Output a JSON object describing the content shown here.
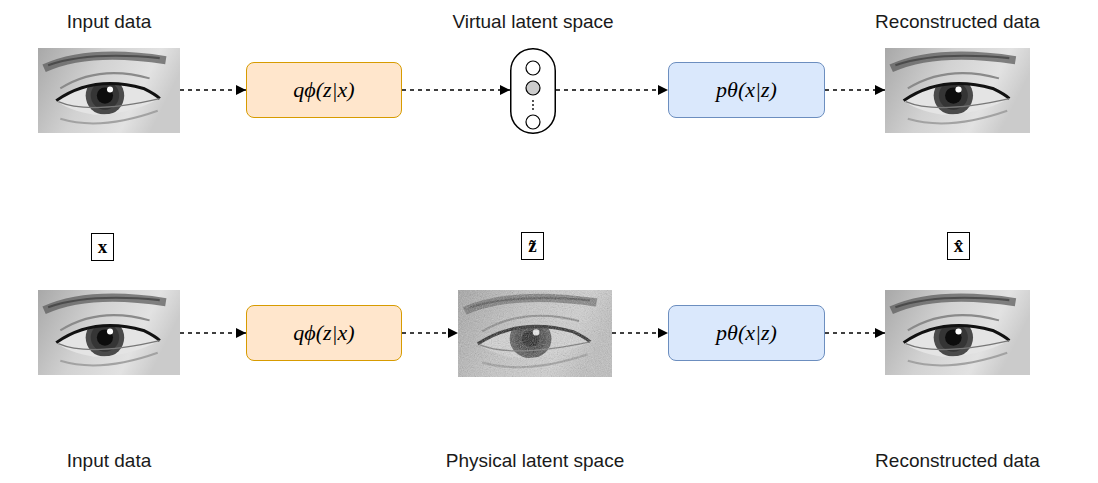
{
  "diagram": {
    "nodes": [
      {
        "text": [
          "Input data"
        ]
      },
      {
        "text": [
          "qϕ(z|x)"
        ]
      },
      {
        "text": [
          "Virtual latent space"
        ]
      },
      {
        "text": [
          "pθ(x|z)"
        ]
      },
      {
        "text": [
          "Reconstructed data"
        ]
      },
      {
        "text": [
          "x"
        ]
      },
      {
        "text": [
          "z̃"
        ]
      },
      {
        "text": [
          "x̂"
        ]
      },
      {
        "text": [
          "Input data"
        ]
      },
      {
        "text": [
          "qϕ(z|x)"
        ]
      },
      {
        "text": [
          "Physical latent space"
        ]
      },
      {
        "text": [
          "pθ(x|z)"
        ]
      },
      {
        "text": [
          "Reconstructed data"
        ]
      }
    ],
    "edges": [
      {
        "from": 0,
        "to": 1,
        "arrow": "to"
      },
      {
        "from": 1,
        "to": 2,
        "arrow": "to"
      },
      {
        "from": 2,
        "to": 3,
        "arrow": "to"
      },
      {
        "from": 3,
        "to": 4,
        "arrow": "to"
      },
      {
        "from": 8,
        "to": 9,
        "arrow": "to"
      },
      {
        "from": 9,
        "to": 10,
        "arrow": "to"
      },
      {
        "from": 10,
        "to": 11,
        "arrow": "to"
      },
      {
        "from": 11,
        "to": 12,
        "arrow": "to"
      }
    ]
  }
}
